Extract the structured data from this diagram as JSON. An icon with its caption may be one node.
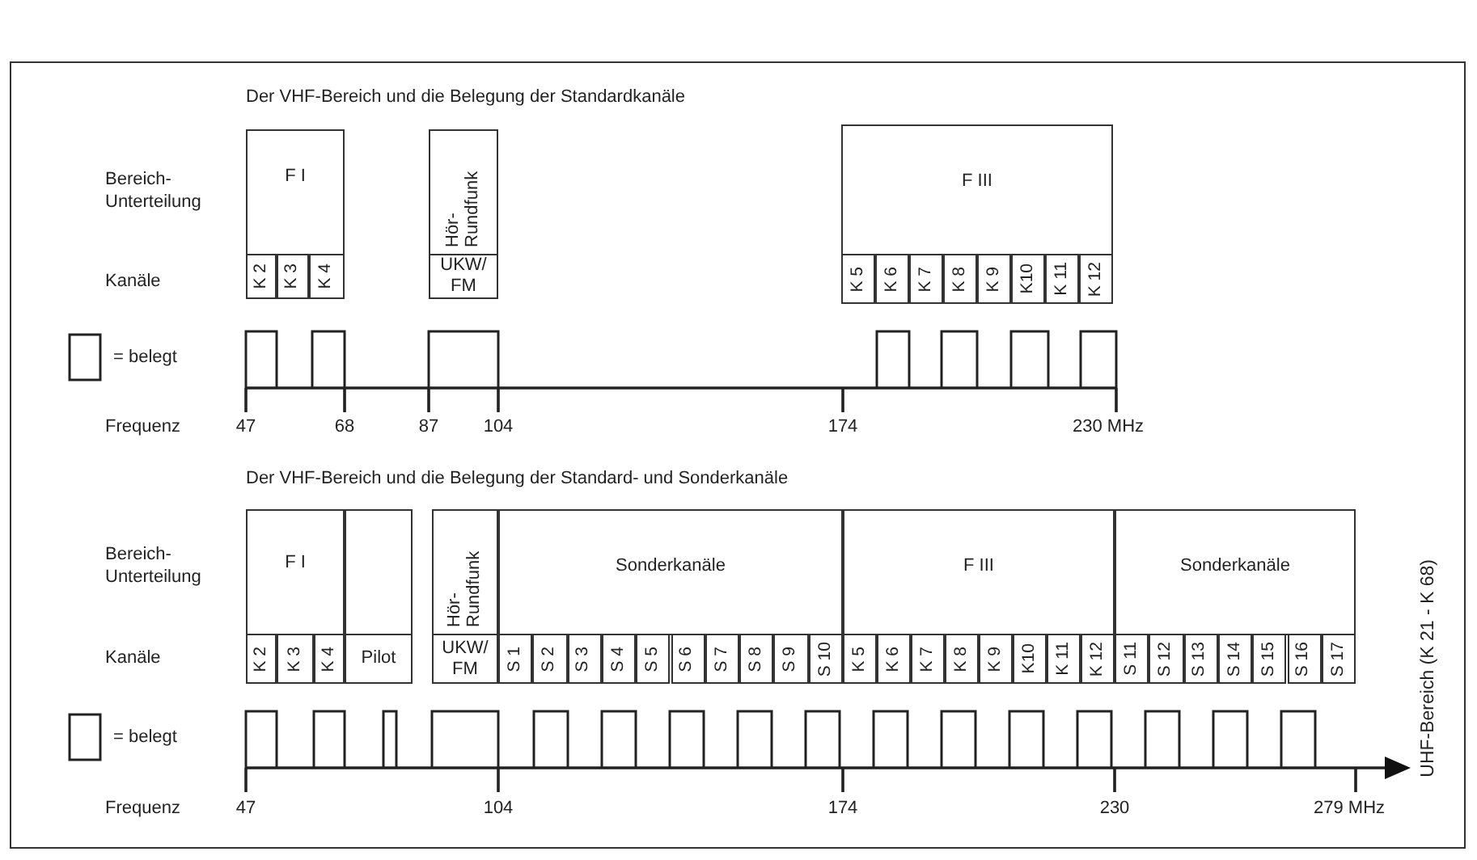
{
  "diagram": {
    "nodes": [
      {
        "text": [
          "F I"
        ]
      },
      {
        "text": [
          "K 2"
        ]
      },
      {
        "text": [
          "K 3"
        ]
      },
      {
        "text": [
          "K 4"
        ]
      },
      {
        "text": [
          "Hör- Rundfunk"
        ]
      },
      {
        "text": [
          "UKW/ FM"
        ]
      },
      {
        "text": [
          "F III"
        ]
      },
      {
        "text": [
          "K 5"
        ]
      },
      {
        "text": [
          "K 6"
        ]
      },
      {
        "text": [
          "K 7"
        ]
      },
      {
        "text": [
          "K 8"
        ]
      },
      {
        "text": [
          "K 9"
        ]
      },
      {
        "text": [
          "K10"
        ]
      },
      {
        "text": [
          "K 11"
        ]
      },
      {
        "text": [
          "K 12"
        ]
      },
      {
        "text": [
          "F I"
        ]
      },
      {
        "text": [],
        "shape": "box"
      },
      {
        "text": [
          "K 2"
        ]
      },
      {
        "text": [
          "K 3"
        ]
      },
      {
        "text": [
          "K 4"
        ]
      },
      {
        "text": [
          "Pilot"
        ]
      },
      {
        "text": [
          "Hör- Rundfunk"
        ]
      },
      {
        "text": [
          "UKW/ FM"
        ]
      },
      {
        "text": [
          "Sonderkanäle"
        ]
      },
      {
        "text": [
          "S 1"
        ]
      },
      {
        "text": [
          "S 2"
        ]
      },
      {
        "text": [
          "S 3"
        ]
      },
      {
        "text": [
          "S 4"
        ]
      },
      {
        "text": [
          "S 5"
        ]
      },
      {
        "text": [
          "S 6"
        ]
      },
      {
        "text": [
          "S 7"
        ]
      },
      {
        "text": [
          "S 8"
        ]
      },
      {
        "text": [
          "S 9"
        ]
      },
      {
        "text": [
          "S 10"
        ]
      },
      {
        "text": [
          "F III"
        ]
      },
      {
        "text": [
          "K 5"
        ]
      },
      {
        "text": [
          "K 6"
        ]
      },
      {
        "text": [
          "K 7"
        ]
      },
      {
        "text": [
          "K 8"
        ]
      },
      {
        "text": [
          "K 9"
        ]
      },
      {
        "text": [
          "K10"
        ]
      },
      {
        "text": [
          "K 11"
        ]
      },
      {
        "text": [
          "K 12"
        ]
      },
      {
        "text": [
          "Sonderkanäle"
        ]
      },
      {
        "text": [
          "S 11"
        ]
      },
      {
        "text": [
          "S 12"
        ]
      },
      {
        "text": [
          "S 13"
        ]
      },
      {
        "text": [
          "S 14"
        ]
      },
      {
        "text": [
          "S 15"
        ]
      },
      {
        "text": [
          "S 16"
        ]
      },
      {
        "text": [
          "S 17"
        ]
      },
      {
        "text": [
          "UHF-Bereich (K 21 - K 68)"
        ]
      }
    ],
    "labels": [
      "Der VHF-Bereich und die Belegung der Standardkanäle",
      "Bereich- Unterteilung",
      "Kanäle",
      "Frequenz",
      "47",
      "68",
      "87",
      "104",
      "174",
      "230 MHz",
      "Der VHF-Bereich und die Belegung der Standard- und Sonderkanäle",
      "Bereich- Unterteilung",
      "Kanäle",
      "Frequenz",
      "47",
      "104",
      "174",
      "230",
      "279 MHz"
    ],
    "legend": [
      {
        "text": "= belegt"
      },
      {
        "text": "= belegt"
      }
    ]
  }
}
